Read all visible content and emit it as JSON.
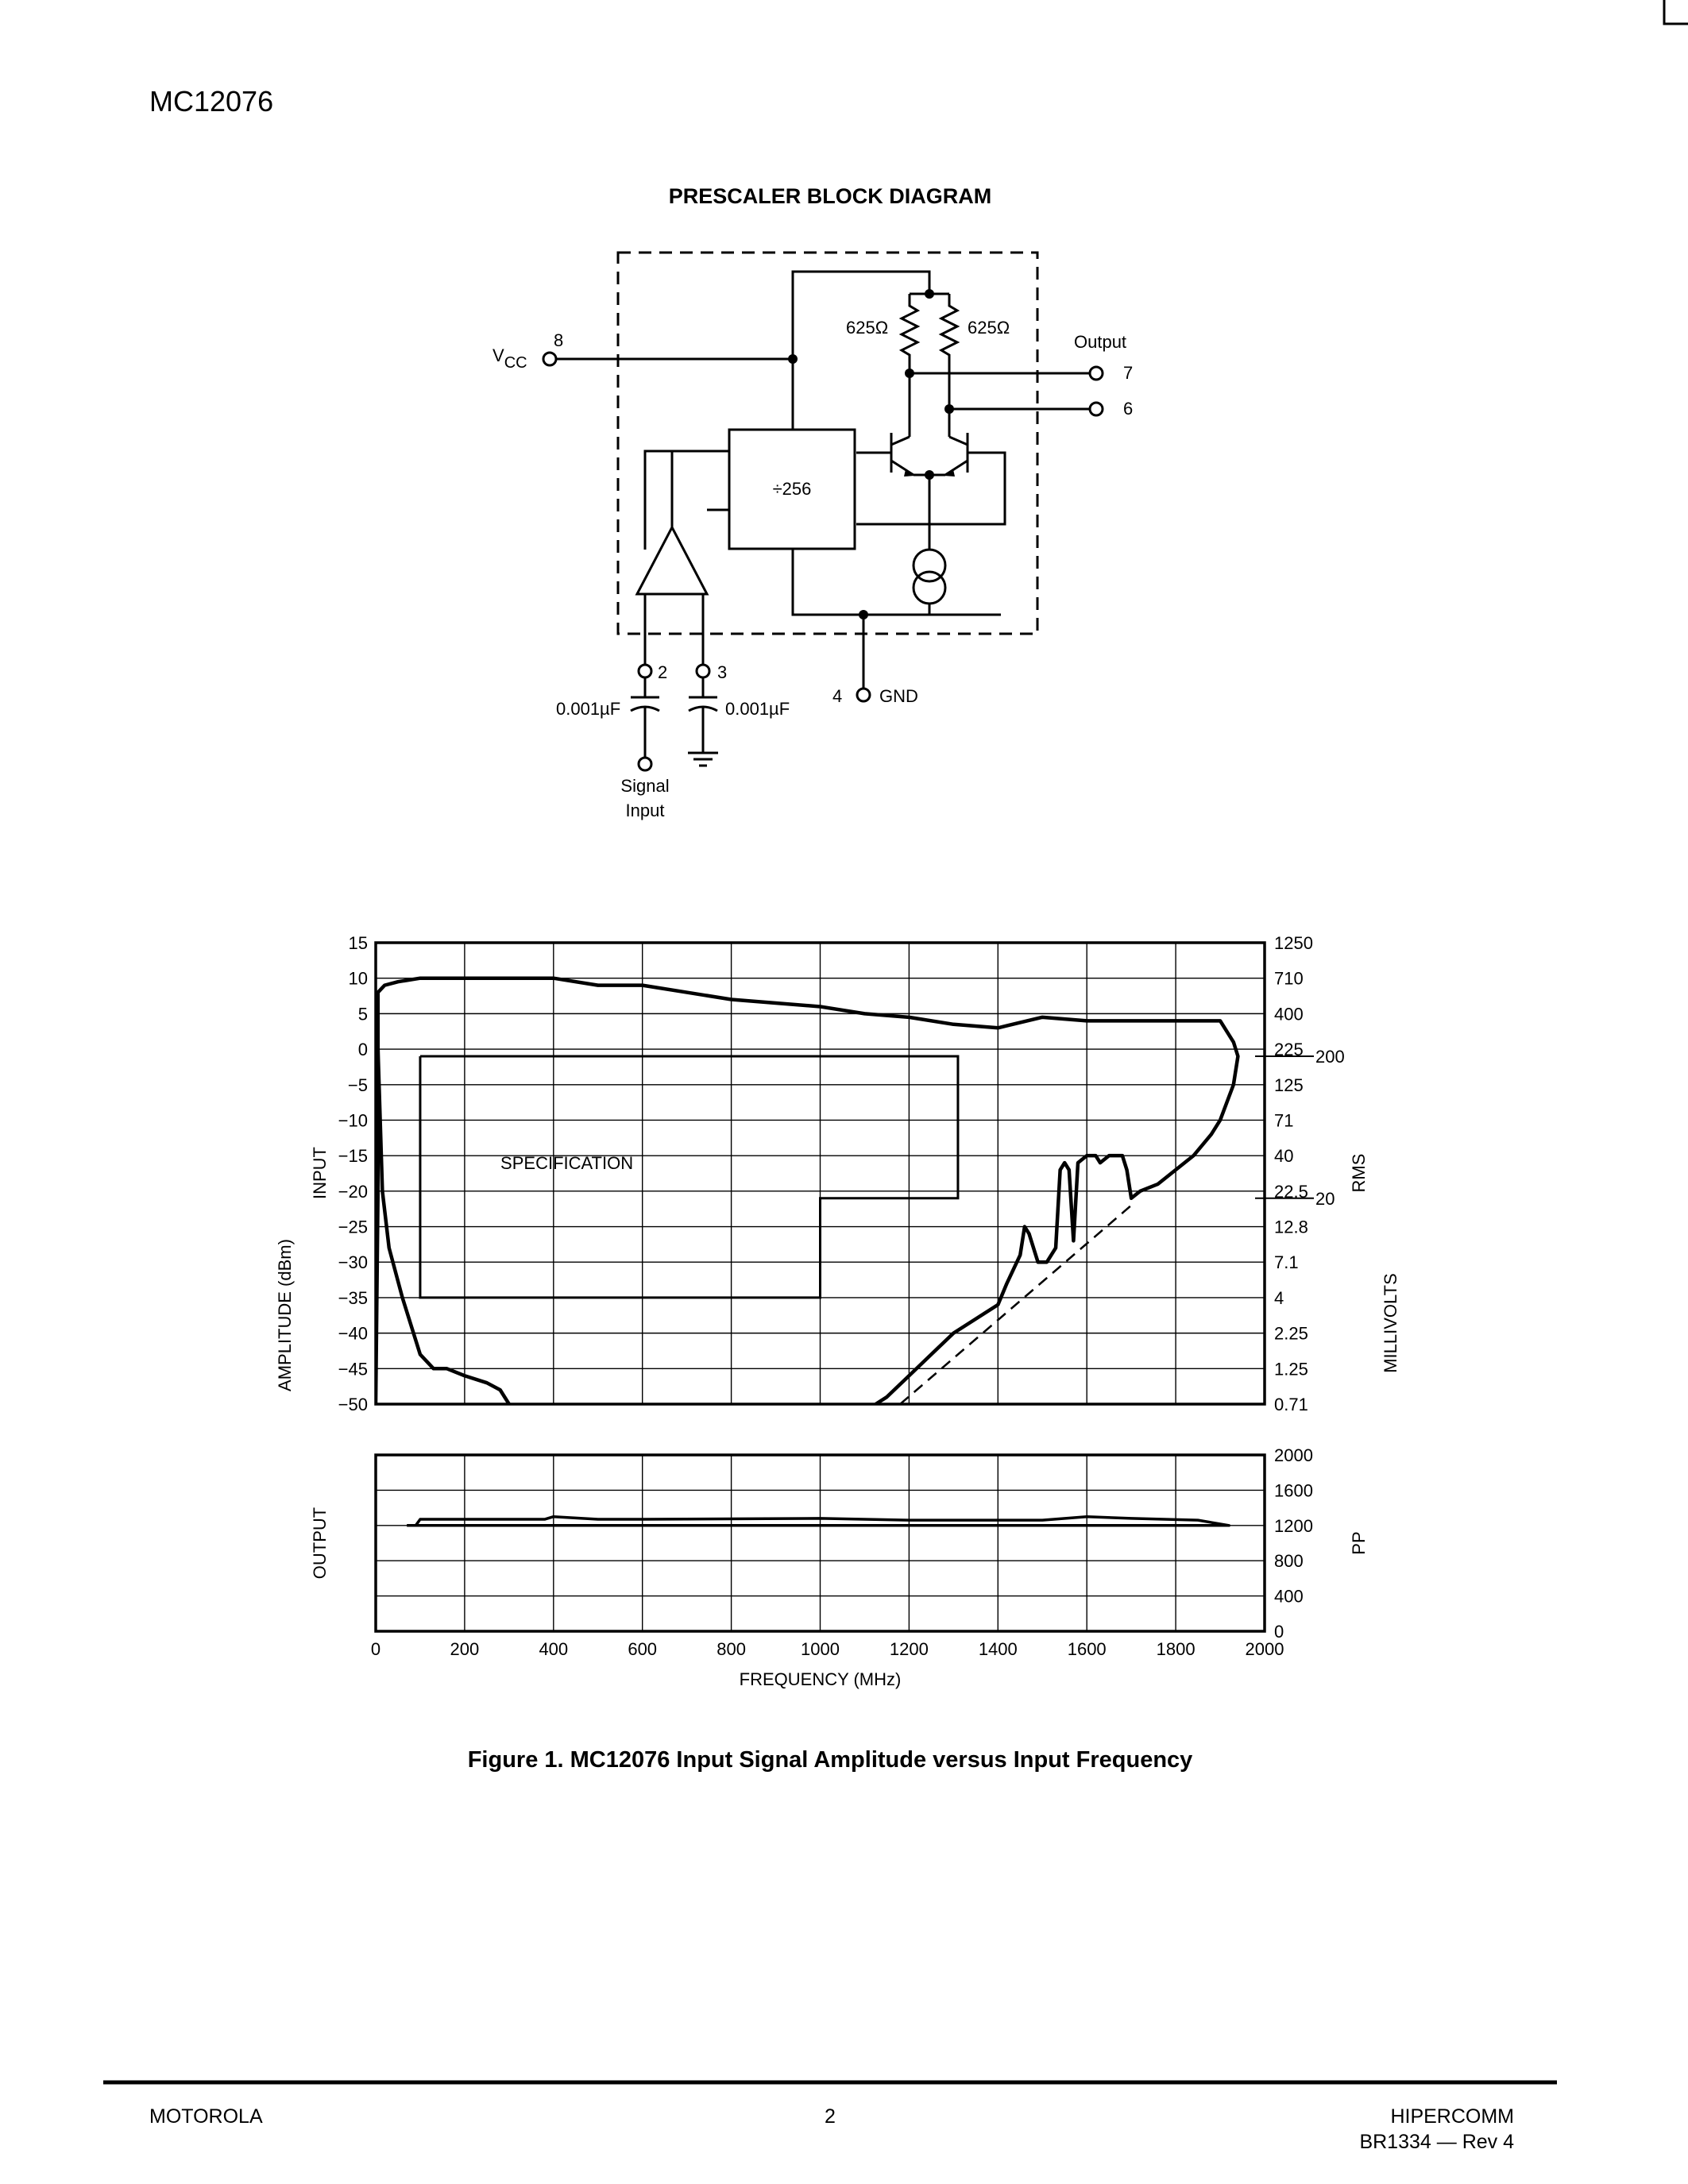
{
  "header": {
    "part_number": "MC12076"
  },
  "block_diagram": {
    "title": "PRESCALER BLOCK DIAGRAM",
    "vcc_label": "V",
    "vcc_subscript": "CC",
    "pin_vcc": "8",
    "resistor_left": "625Ω",
    "resistor_right": "625Ω",
    "output_label": "Output",
    "pin_out_7": "7",
    "pin_out_6": "6",
    "divider_label": "÷256",
    "pin_2": "2",
    "pin_3": "3",
    "pin_4": "4",
    "gnd_label": "GND",
    "cap_left": "0.001µF",
    "cap_right": "0.001µF",
    "signal_input_line1": "Signal",
    "signal_input_line2": "Input"
  },
  "figure": {
    "caption": "Figure 1. MC12076 Input Signal Amplitude versus Input Frequency",
    "specification_label": "SPECIFICATION",
    "left_axis_label_input": "INPUT",
    "left_axis_label_amplitude": "AMPLITUDE (dBm)",
    "right_axis_label_rms": "RMS",
    "right_axis_label_millivolts": "MILLIVOLTS",
    "output_axis_label": "OUTPUT",
    "pp_axis_label": "PP",
    "xlabel": "FREQUENCY (MHz)"
  },
  "chart_data": [
    {
      "type": "line",
      "title": "",
      "xlabel": "FREQUENCY (MHz)",
      "ylabel": "AMPLITUDE (dBm)",
      "xlim": [
        0,
        2000
      ],
      "ylim": [
        -50,
        15
      ],
      "x_ticks": [
        "0",
        "200",
        "400",
        "600",
        "800",
        "1000",
        "1200",
        "1400",
        "1600",
        "1800",
        "2000"
      ],
      "y_ticks": [
        "15",
        "10",
        "5",
        "0",
        "−5",
        "−10",
        "−15",
        "−20",
        "−25",
        "−30",
        "−35",
        "−40",
        "−45",
        "−50"
      ],
      "y2_ticks": [
        "1250",
        "710",
        "400",
        "225",
        "125",
        "71",
        "40",
        "22.5",
        "12.8",
        "7.1",
        "4",
        "2.25",
        "1.25",
        "0.71"
      ],
      "y2_markers": [
        {
          "label": "200",
          "y": -1
        },
        {
          "label": "20",
          "y": -21
        }
      ],
      "grid": true,
      "series": [
        {
          "points": [
            [
              0,
              -50
            ],
            [
              5,
              -20
            ],
            [
              5,
              8
            ],
            [
              20,
              9
            ],
            [
              50,
              9.5
            ],
            [
              100,
              10
            ],
            [
              200,
              10
            ],
            [
              400,
              10
            ],
            [
              500,
              9
            ],
            [
              600,
              9
            ],
            [
              700,
              8
            ],
            [
              800,
              7
            ],
            [
              900,
              6.5
            ],
            [
              1000,
              6
            ],
            [
              1100,
              5
            ],
            [
              1200,
              4.5
            ],
            [
              1300,
              3.5
            ],
            [
              1400,
              3
            ],
            [
              1500,
              4.5
            ],
            [
              1600,
              4
            ],
            [
              1700,
              4
            ],
            [
              1760,
              4
            ],
            [
              1820,
              4
            ],
            [
              1900,
              4
            ],
            [
              1930,
              1
            ],
            [
              1940,
              -1
            ],
            [
              1930,
              -5
            ],
            [
              1900,
              -10
            ],
            [
              1880,
              -12
            ],
            [
              1840,
              -15
            ],
            [
              1800,
              -17
            ],
            [
              1760,
              -19
            ],
            [
              1720,
              -20
            ],
            [
              1700,
              -21
            ],
            [
              1690,
              -17
            ],
            [
              1680,
              -15
            ],
            [
              1650,
              -15
            ],
            [
              1630,
              -16
            ],
            [
              1620,
              -15
            ],
            [
              1600,
              -15
            ],
            [
              1580,
              -16
            ],
            [
              1570,
              -27
            ],
            [
              1560,
              -17
            ],
            [
              1550,
              -16
            ],
            [
              1540,
              -17
            ],
            [
              1530,
              -28
            ],
            [
              1510,
              -30
            ],
            [
              1490,
              -30
            ],
            [
              1470,
              -26
            ],
            [
              1460,
              -25
            ],
            [
              1450,
              -29
            ],
            [
              1420,
              -33
            ],
            [
              1400,
              -36
            ],
            [
              1350,
              -38
            ],
            [
              1300,
              -40
            ],
            [
              1250,
              -43
            ],
            [
              1200,
              -46
            ],
            [
              1150,
              -49
            ],
            [
              1125,
              -50
            ]
          ]
        },
        {
          "points": [
            [
              300,
              -50
            ],
            [
              280,
              -48
            ],
            [
              250,
              -47
            ],
            [
              200,
              -46
            ],
            [
              160,
              -45
            ],
            [
              130,
              -45
            ],
            [
              100,
              -43
            ],
            [
              60,
              -35
            ],
            [
              30,
              -28
            ],
            [
              15,
              -20
            ],
            [
              10,
              -10
            ],
            [
              5,
              0
            ]
          ]
        },
        {
          "style": "dashed",
          "points": [
            [
              1180,
              -50
            ],
            [
              1700,
              -22
            ]
          ]
        }
      ],
      "spec_region": [
        [
          100,
          -1
        ],
        [
          1310,
          -1
        ],
        [
          1310,
          -21
        ],
        [
          1000,
          -21
        ],
        [
          1000,
          -35
        ],
        [
          100,
          -35
        ],
        [
          100,
          -1
        ]
      ]
    },
    {
      "type": "line",
      "title": "",
      "xlabel": "FREQUENCY (MHz)",
      "ylabel": "OUTPUT",
      "xlim": [
        0,
        2000
      ],
      "ylim": [
        0,
        2000
      ],
      "y_ticks": [
        "2000",
        "1600",
        "1200",
        "800",
        "400",
        "0"
      ],
      "y_unit_label": "PP",
      "grid": true,
      "series": [
        {
          "points": [
            [
              70,
              1200
            ],
            [
              90,
              1200
            ],
            [
              100,
              1270
            ],
            [
              200,
              1270
            ],
            [
              380,
              1270
            ],
            [
              400,
              1300
            ],
            [
              500,
              1270
            ],
            [
              600,
              1270
            ],
            [
              1000,
              1280
            ],
            [
              1200,
              1260
            ],
            [
              1500,
              1260
            ],
            [
              1600,
              1300
            ],
            [
              1700,
              1280
            ],
            [
              1850,
              1260
            ],
            [
              1920,
              1200
            ],
            [
              70,
              1200
            ]
          ]
        }
      ]
    }
  ],
  "footer": {
    "left": "MOTOROLA",
    "center": "2",
    "right_line1": "HIPERCOMM",
    "right_line2": "BR1334 — Rev 4"
  }
}
